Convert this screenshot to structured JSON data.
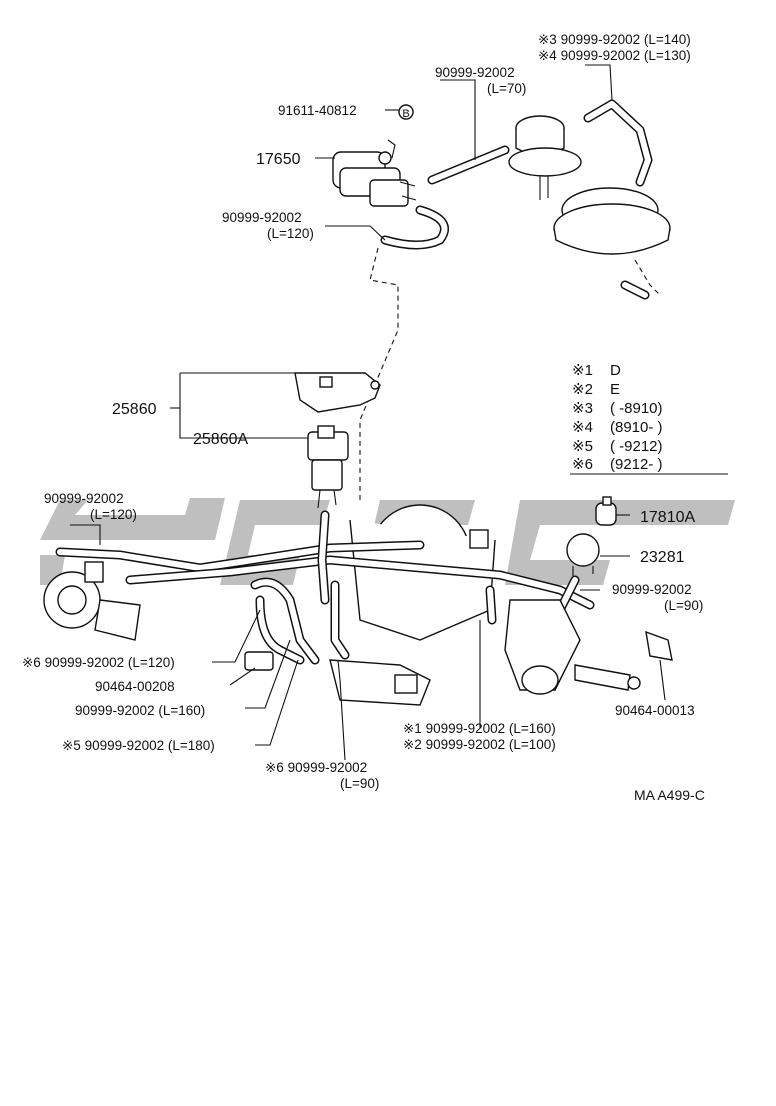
{
  "diagram": {
    "code": "MA A499-C",
    "callout_letter": "B",
    "labels": [
      {
        "id": "l1",
        "text": "※3 90999-92002 (L=140)"
      },
      {
        "id": "l2",
        "text": "※4 90999-92002 (L=130)"
      },
      {
        "id": "l3",
        "text": "90999-92002"
      },
      {
        "id": "l3b",
        "text": "(L=70)"
      },
      {
        "id": "l4",
        "text": "91611-40812"
      },
      {
        "id": "l5",
        "text": "17650"
      },
      {
        "id": "l6",
        "text": "90999-92002"
      },
      {
        "id": "l6b",
        "text": "(L=120)"
      },
      {
        "id": "l7",
        "text": "25860"
      },
      {
        "id": "l8",
        "text": "25860A"
      },
      {
        "id": "l9",
        "text": "90999-92002"
      },
      {
        "id": "l9b",
        "text": "(L=120)"
      },
      {
        "id": "l10",
        "text": "17810A"
      },
      {
        "id": "l11",
        "text": "23281"
      },
      {
        "id": "l12",
        "text": "90999-92002"
      },
      {
        "id": "l12b",
        "text": "(L=90)"
      },
      {
        "id": "l13",
        "text": "※6 90999-92002 (L=120)"
      },
      {
        "id": "l14",
        "text": "90464-00208"
      },
      {
        "id": "l15",
        "text": "90999-92002 (L=160)"
      },
      {
        "id": "l16",
        "text": "※5 90999-92002 (L=180)"
      },
      {
        "id": "l17",
        "text": "※6 90999-92002"
      },
      {
        "id": "l17b",
        "text": "(L=90)"
      },
      {
        "id": "l18",
        "text": "※1 90999-92002 (L=160)"
      },
      {
        "id": "l19",
        "text": "※2 90999-92002 (L=100)"
      },
      {
        "id": "l20",
        "text": "90464-00013"
      }
    ],
    "notes": [
      {
        "mark": "※1",
        "text": "D"
      },
      {
        "mark": "※2",
        "text": "E"
      },
      {
        "mark": "※3",
        "text": "(        -8910)"
      },
      {
        "mark": "※4",
        "text": "(8910-         )"
      },
      {
        "mark": "※5",
        "text": "(        -9212)"
      },
      {
        "mark": "※6",
        "text": "(9212-         )"
      }
    ]
  }
}
